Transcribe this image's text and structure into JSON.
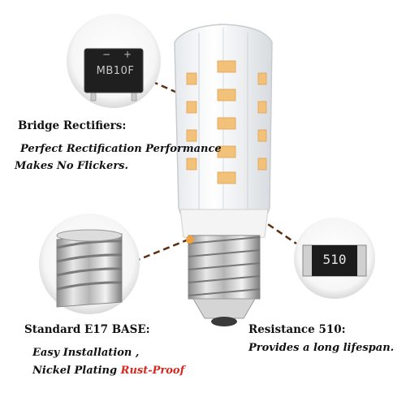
{
  "chip_text": "MB10F",
  "chip_minus": "−",
  "chip_plus": "+",
  "resistor_text": "510",
  "bridge": {
    "heading": "Bridge Rectifiers:",
    "line1": "Perfect Rectification Performance",
    "line2": "Makes No Flickers."
  },
  "base": {
    "heading": "Standard E17 BASE:",
    "line1": "Easy Installation ,",
    "line2_prefix": "Nickel Plating ",
    "line2_accent": "Rust-Proof"
  },
  "resistance": {
    "heading": "Resistance 510:",
    "line1": "Provides a long lifespan."
  },
  "colors": {
    "connector": "#5a2f12",
    "led": "#f2c27a",
    "accent": "#d8281f",
    "dot": "#f0a040"
  }
}
